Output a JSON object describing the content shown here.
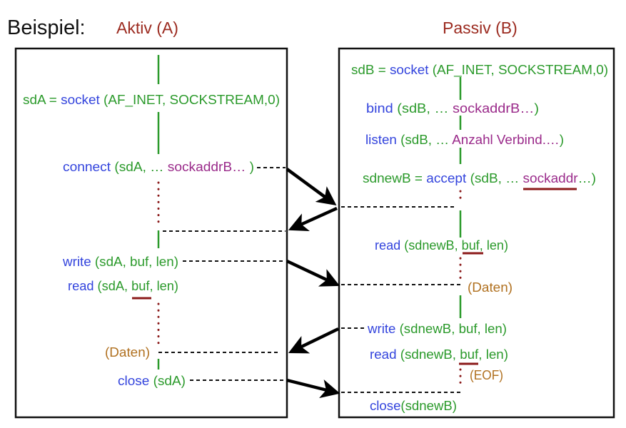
{
  "heading": "Beispiel:",
  "active_title": "Aktiv (A)",
  "passive_title": "Passiv (B)",
  "colors": {
    "title": "#9b2a1f",
    "var": "#2b9a2b",
    "func": "#3344dd",
    "param": "#9a2a8a",
    "data": "#b0701f",
    "underline": "#8b1a1a"
  },
  "statements": [
    {
      "side": "A",
      "segments": [
        [
          "sdA = ",
          "var"
        ],
        [
          "socket ",
          "func"
        ],
        [
          "(AF_INET, SOCKSTREAM,0)",
          "var"
        ]
      ]
    },
    {
      "side": "A",
      "segments": [
        [
          "connect ",
          "func"
        ],
        [
          "(sdA, … ",
          "var"
        ],
        [
          "sockaddrB… ",
          "param"
        ],
        [
          ")",
          "var"
        ]
      ]
    },
    {
      "side": "A",
      "segments": [
        [
          "write ",
          "func"
        ],
        [
          "(sdA, buf, len)",
          "var"
        ]
      ]
    },
    {
      "side": "A",
      "segments": [
        [
          "read ",
          "func"
        ],
        [
          "(sdA, buf, len)",
          "var"
        ]
      ]
    },
    {
      "side": "A",
      "segments": [
        [
          "(Daten)",
          "data"
        ]
      ]
    },
    {
      "side": "A",
      "segments": [
        [
          "close ",
          "func"
        ],
        [
          "(sdA)",
          "var"
        ]
      ]
    },
    {
      "side": "B",
      "segments": [
        [
          "sdB = ",
          "var"
        ],
        [
          "socket ",
          "func"
        ],
        [
          "(AF_INET, SOCKSTREAM,0)",
          "var"
        ]
      ]
    },
    {
      "side": "B",
      "segments": [
        [
          "bind ",
          "func"
        ],
        [
          "(sdB, … ",
          "var"
        ],
        [
          "sockaddrB…",
          "param"
        ],
        [
          ")",
          "var"
        ]
      ]
    },
    {
      "side": "B",
      "segments": [
        [
          "listen ",
          "func"
        ],
        [
          "(sdB, … ",
          "var"
        ],
        [
          "Anzahl Verbind.…",
          "param"
        ],
        [
          ")",
          "var"
        ]
      ]
    },
    {
      "side": "B",
      "segments": [
        [
          "sdnewB = ",
          "var"
        ],
        [
          "accept ",
          "func"
        ],
        [
          "(sdB, … ",
          "var"
        ],
        [
          "sockaddr",
          "param"
        ],
        [
          "…)",
          "var"
        ]
      ]
    },
    {
      "side": "B",
      "segments": [
        [
          "read ",
          "func"
        ],
        [
          "(sdnewB, buf, len)",
          "var"
        ]
      ]
    },
    {
      "side": "B",
      "segments": [
        [
          "(Daten)",
          "data"
        ]
      ]
    },
    {
      "side": "B",
      "segments": [
        [
          "write ",
          "func"
        ],
        [
          "(sdnewB, buf, len)",
          "var"
        ]
      ]
    },
    {
      "side": "B",
      "segments": [
        [
          "read ",
          "func"
        ],
        [
          "(sdnewB, buf, len)",
          "var"
        ]
      ]
    },
    {
      "side": "B",
      "segments": [
        [
          "(EOF)",
          "data"
        ]
      ]
    },
    {
      "side": "B",
      "segments": [
        [
          "close",
          "func"
        ],
        [
          "(sdnewB)",
          "var"
        ]
      ]
    }
  ]
}
